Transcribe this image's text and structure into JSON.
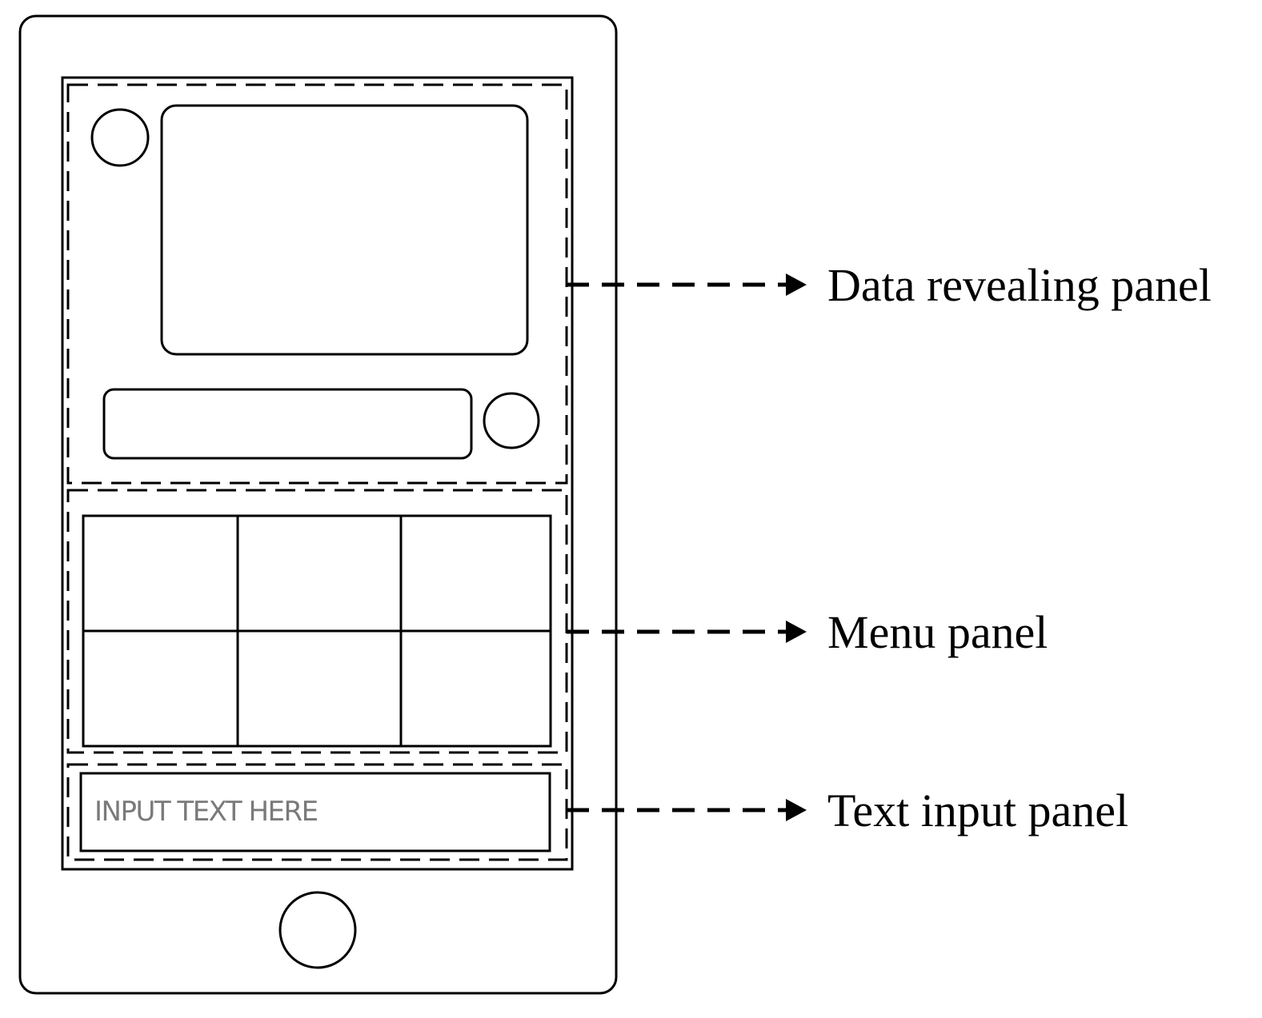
{
  "callouts": {
    "data_revealing": "Data revealing panel",
    "menu": "Menu panel",
    "text_input": "Text input panel"
  },
  "text_input_panel": {
    "placeholder": "INPUT TEXT HERE"
  },
  "menu_panel": {
    "rows": 2,
    "columns": 3
  },
  "colors": {
    "line": "#000000",
    "placeholder_text": "#7a7a7a",
    "background": "#ffffff"
  }
}
